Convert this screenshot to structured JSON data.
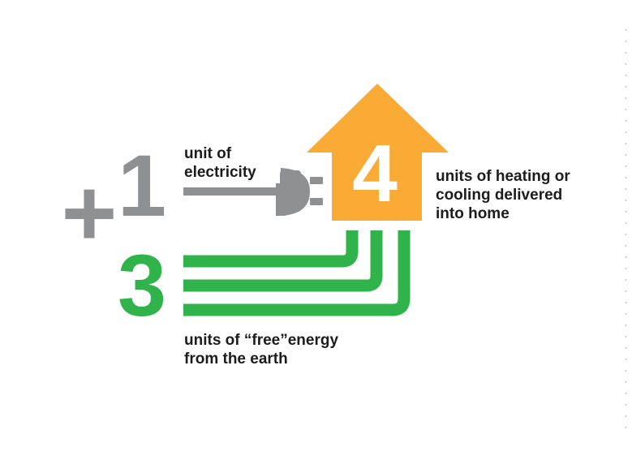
{
  "diagram": {
    "plus_symbol": "+",
    "electricity": {
      "number": "1",
      "label_line1": "unit of",
      "label_line2": "electricity"
    },
    "earth": {
      "number": "3",
      "label_line1": "units of “free”energy",
      "label_line2": "from the earth"
    },
    "home": {
      "number": "4",
      "label_line1": "units of heating or",
      "label_line2": "cooling delivered",
      "label_line3": "into home"
    },
    "colors": {
      "gray": "#8f9092",
      "green": "#30b34a",
      "orange": "#f9ab35",
      "text": "#1c1c1c",
      "white": "#ffffff"
    },
    "icons": {
      "plug": "electric-plug-icon",
      "house": "house-arrow-icon"
    }
  }
}
